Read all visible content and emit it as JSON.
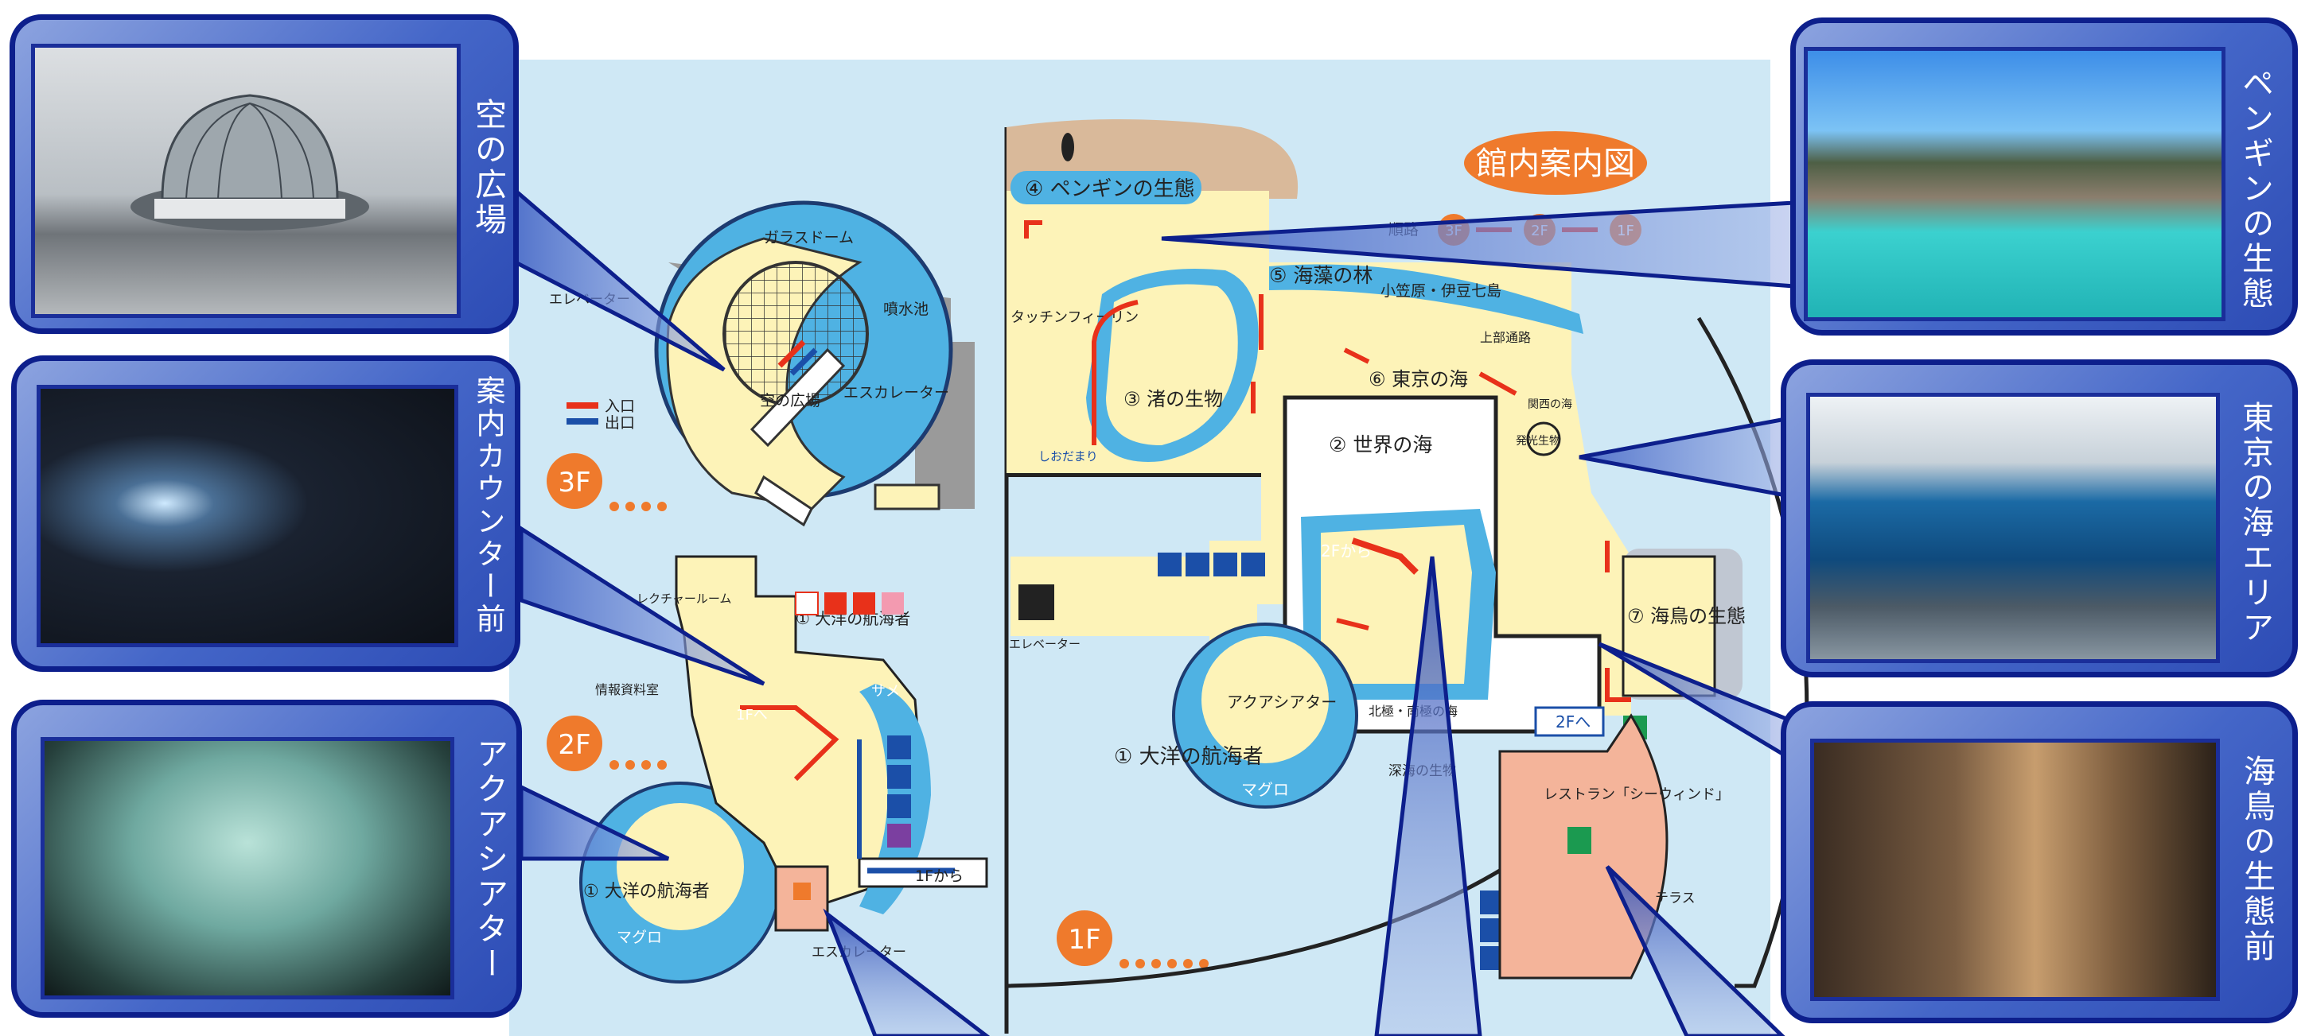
{
  "map": {
    "title": "館内案内図",
    "order_label": "順路",
    "order_steps": [
      "3F",
      "2F",
      "1F"
    ],
    "legend": {
      "entrance": "入口",
      "exit": "出口"
    },
    "floors": [
      "3F",
      "2F",
      "1F"
    ]
  },
  "labels": {
    "glass_dome": "ガラスドーム",
    "fountain": "噴水池",
    "sky_plaza": "空の広場",
    "escalator": "エスカレーター",
    "escalator_3f": "エスカレーター",
    "elevator": "エレベーター",
    "elevator_3f": "エレベーター",
    "penguin": "④ ペンギンの生態",
    "touch_fin": "タッチンフィーリン",
    "seaweed": "⑤ 海藻の林",
    "ogasawara": "小笠原・伊豆七島",
    "upper_passage": "上部通路",
    "shore": "③ 渚の生物",
    "tide_pool": "しおだまり",
    "tokyo_sea": "⑥ 東京の海",
    "kanto_coast": "関西の海",
    "luminous": "発光生物",
    "world_sea": "② 世界の海",
    "from_2f": "2Fから",
    "seabird": "⑦ 海鳥の生態",
    "to_2f": "2Fへ",
    "aqua_theater": "アクアシアター",
    "ocean_traveler": "① 大洋の航海者",
    "ocean_traveler_2f": "① 大洋の航海者",
    "ocean_traveler_2f_b": "① 大洋の航海者",
    "tuna": "マグロ",
    "tuna_2f": "マグロ",
    "shark": "サメ",
    "north_south": "北極・南極の海",
    "deep_sea": "深海の生物",
    "restaurant": "レストラン「シーウィンド」",
    "terrace": "テラス",
    "lecture_room": "レクチャールーム",
    "info_room": "情報資料室",
    "to_1f": "1Fへ",
    "from_1f": "1Fから"
  },
  "callouts": {
    "sky_plaza": "空の広場",
    "info_counter": "案内カウンター前",
    "aqua_theater": "アクアシアター",
    "penguin": "ペンギンの生態",
    "tokyo_sea": "東京の海エリア",
    "seabird": "海鳥の生態前"
  },
  "colors": {
    "map_bg": "#cfe8f5",
    "floor": "#fdf3b8",
    "water": "#4fb2e3",
    "route": "#e8311a",
    "accent": "#ef7a2c",
    "callout_border": "#0d1f8c"
  }
}
